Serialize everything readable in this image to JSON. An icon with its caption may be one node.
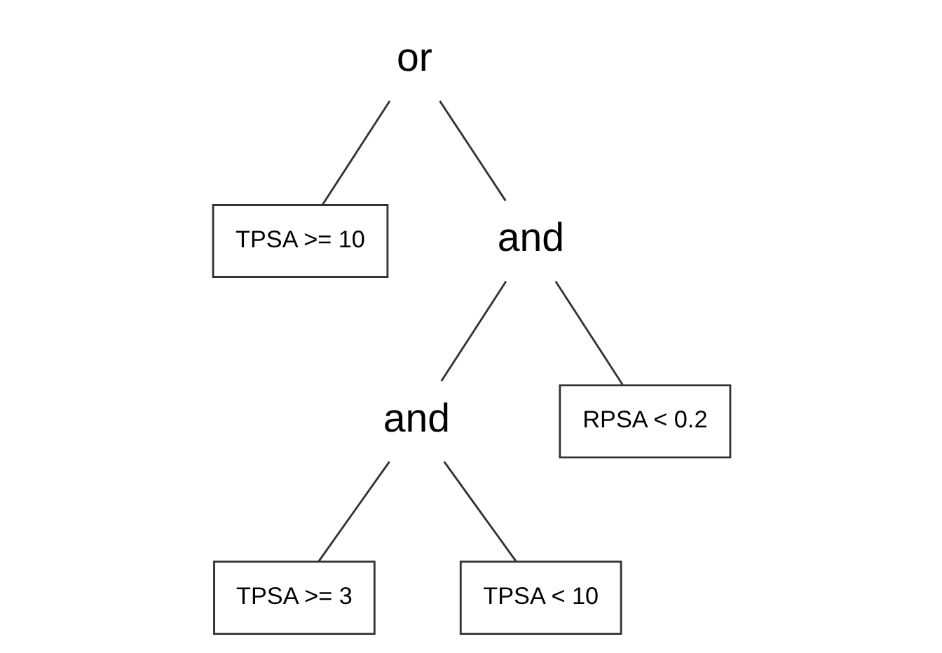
{
  "diagram": {
    "nodes": [
      {
        "text": [
          "or"
        ]
      },
      {
        "text": [
          "TPSA >= 10"
        ]
      },
      {
        "text": [
          "and"
        ]
      },
      {
        "text": [
          "and"
        ]
      },
      {
        "text": [
          "RPSA < 0.2"
        ]
      },
      {
        "text": [
          "TPSA >= 3"
        ]
      },
      {
        "text": [
          "TPSA < 10"
        ]
      }
    ],
    "edges": [
      {
        "from": 0,
        "to": 1,
        "arrow": "none"
      },
      {
        "from": 0,
        "to": 2,
        "arrow": "none"
      },
      {
        "from": 2,
        "to": 3,
        "arrow": "none"
      },
      {
        "from": 2,
        "to": 4,
        "arrow": "none"
      },
      {
        "from": 3,
        "to": 5,
        "arrow": "none"
      },
      {
        "from": 3,
        "to": 6,
        "arrow": "none"
      }
    ]
  }
}
